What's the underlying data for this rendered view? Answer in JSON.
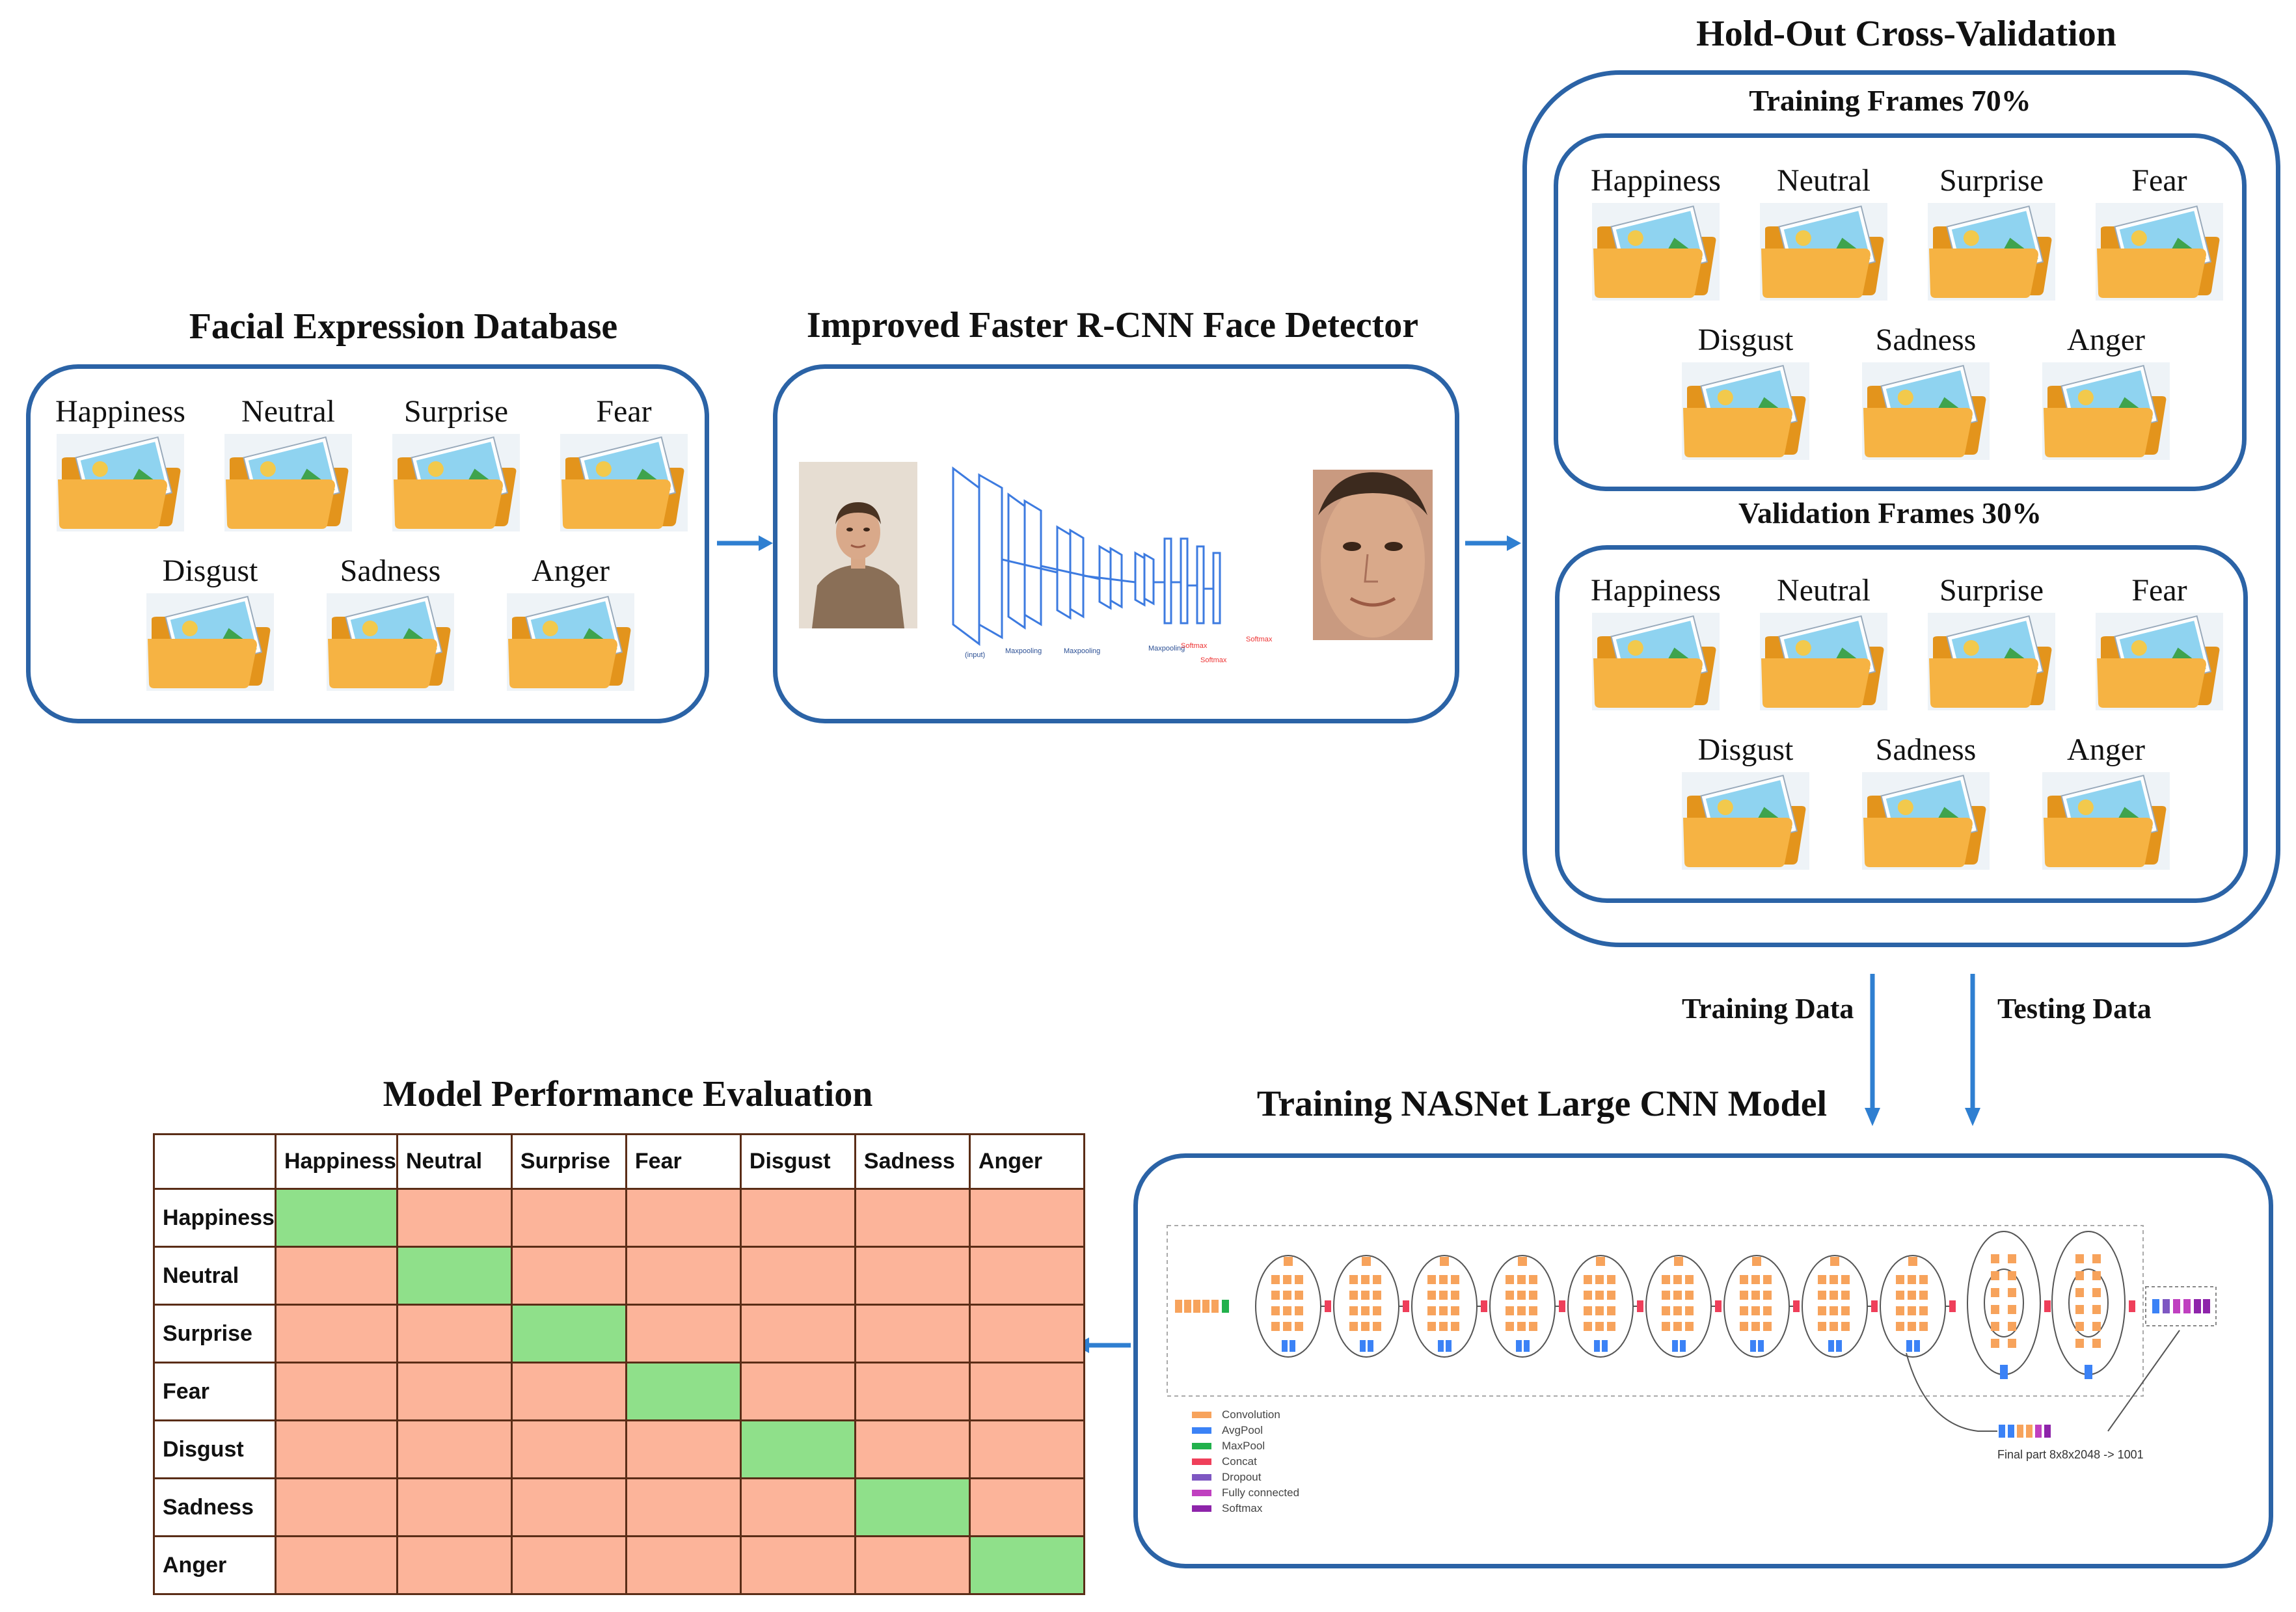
{
  "titles": {
    "database": "Facial Expression Database",
    "detector": "Improved Faster R-CNN Face Detector",
    "holdout": "Hold-Out Cross-Validation",
    "training_frames": "Training Frames 70%",
    "validation_frames": "Validation Frames 30%",
    "evaluation": "Model Performance Evaluation",
    "nasnet": "Training NASNet Large CNN Model"
  },
  "emotions": [
    "Happiness",
    "Neutral",
    "Surprise",
    "Fear",
    "Disgust",
    "Sadness",
    "Anger"
  ],
  "flow_labels": {
    "training_data": "Training Data",
    "testing_data": "Testing Data"
  },
  "nasnet_legend": [
    "Convolution",
    "AvgPool",
    "MaxPool",
    "Concat",
    "Dropout",
    "Fully connected",
    "Softmax"
  ],
  "nasnet_note": "Final part 8x8x2048 -> 1001",
  "detector_layers": [
    "(input)",
    "Maxpooling",
    "Maxpooling",
    "Maxpooling",
    "Softmax",
    "Softmax",
    "Softmax"
  ],
  "colors": {
    "panel_border": "#2b63a6",
    "arrow": "#2f7fd1",
    "diag_cell": "#8fe08a",
    "off_cell": "#fcb49a",
    "conv": "#f7a35c",
    "avgpool": "#3b82f6",
    "maxpool": "#22b14c",
    "concat": "#ef3f5a",
    "dropout": "#7e57c2",
    "fc": "#c040c0",
    "softmax": "#8e24aa"
  }
}
